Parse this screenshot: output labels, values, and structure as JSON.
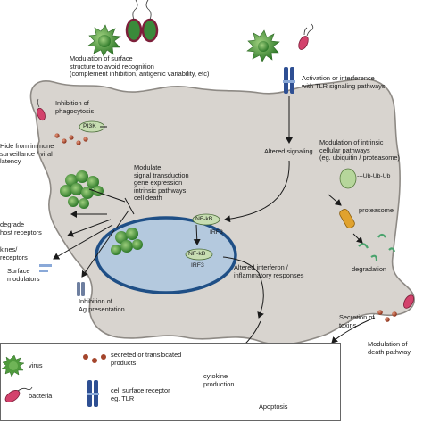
{
  "labels": {
    "surface_modulation": [
      "Modulation of surface",
      "structure to avoid recognition",
      "(complement inhibition, antigenic variability, etc)"
    ],
    "tlr_activation": [
      "Activation or interference",
      "with TLR signaling pathways"
    ],
    "phagocytosis": [
      "Inhibition of",
      "phagocytosis"
    ],
    "pi3k": "PI3K",
    "hide_immune": [
      "Hide from immune",
      "surveillance / viral",
      "latency"
    ],
    "modulate": [
      "Modulate:",
      "signal transduction",
      "gene expression",
      "intrinsic pathways",
      "cell death"
    ],
    "altered_signaling": "Altered signaling",
    "intrinsic_modulation": [
      "Modulation of intrinsic",
      "cellular pathways",
      "(eg. ubiquitin / proteasome)"
    ],
    "ubiquitin": "---Ub-Ub-Ub",
    "proteasome": "proteasome",
    "degradation": "degradation",
    "degrade_receptors": [
      "degrade",
      "host receptors"
    ],
    "cytokines_receptors": [
      "kines/",
      "receptors"
    ],
    "surface_modulators": [
      "Surface",
      "modulators"
    ],
    "nfkb_top": "NF-kB",
    "irf3_top": "IRF3",
    "nfkb_nucleus": "NF-kB",
    "irf3_nucleus": "IRF3",
    "altered_interferon": [
      "Altered interferon /",
      "inflammatory responses"
    ],
    "ag_presentation": [
      "Inhibition of",
      "Ag presentation"
    ],
    "secretion_toxins": [
      "Secretion of",
      "toxins"
    ],
    "death_pathway": [
      "Modulation of",
      "death pathway"
    ],
    "cytokine_production": [
      "cytokine",
      "production"
    ],
    "apoptosis": "Apoptosis"
  },
  "legend": {
    "virus": "virus",
    "secreted": [
      "secreted or translocated",
      "products"
    ],
    "bacteria": "bacteria",
    "receptor": [
      "cell surface receptor",
      "eg. TLR"
    ]
  },
  "colors": {
    "cell_fill": "#d8d4cf",
    "cell_outline": "#8e8a85",
    "nucleus_fill": "#b4c9de",
    "nucleus_outline": "#1f4f86",
    "virus_green": "#4f9a3d",
    "bacteria_pink": "#d3426c",
    "receptor_blue": "#2e4f93",
    "secreted_red": "#a4452c",
    "apoptosis_olive": "#b4ad55",
    "nfkb_green": "#c7ddb2"
  }
}
